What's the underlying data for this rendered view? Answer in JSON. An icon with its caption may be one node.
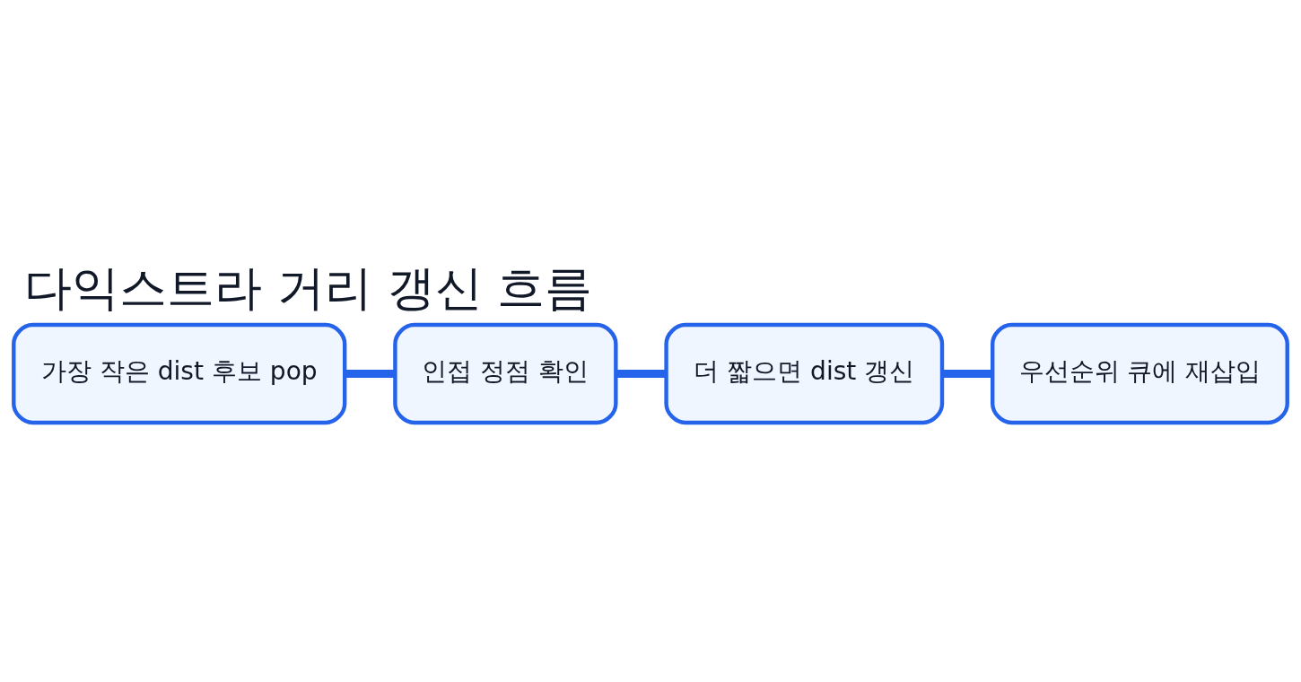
{
  "diagram": {
    "title": "다익스트라 거리 갱신 흐름",
    "nodes": [
      {
        "text": [
          "가장 작은 dist 후보 pop"
        ]
      },
      {
        "text": [
          "인접 정점 확인"
        ]
      },
      {
        "text": [
          "더 짧으면 dist 갱신"
        ]
      },
      {
        "text": [
          "우선순위 큐에 재삽입"
        ]
      }
    ],
    "edges": [
      {
        "from": 0,
        "to": 1,
        "arrow": "none"
      },
      {
        "from": 1,
        "to": 2,
        "arrow": "none"
      },
      {
        "from": 2,
        "to": 3,
        "arrow": "none"
      }
    ]
  }
}
